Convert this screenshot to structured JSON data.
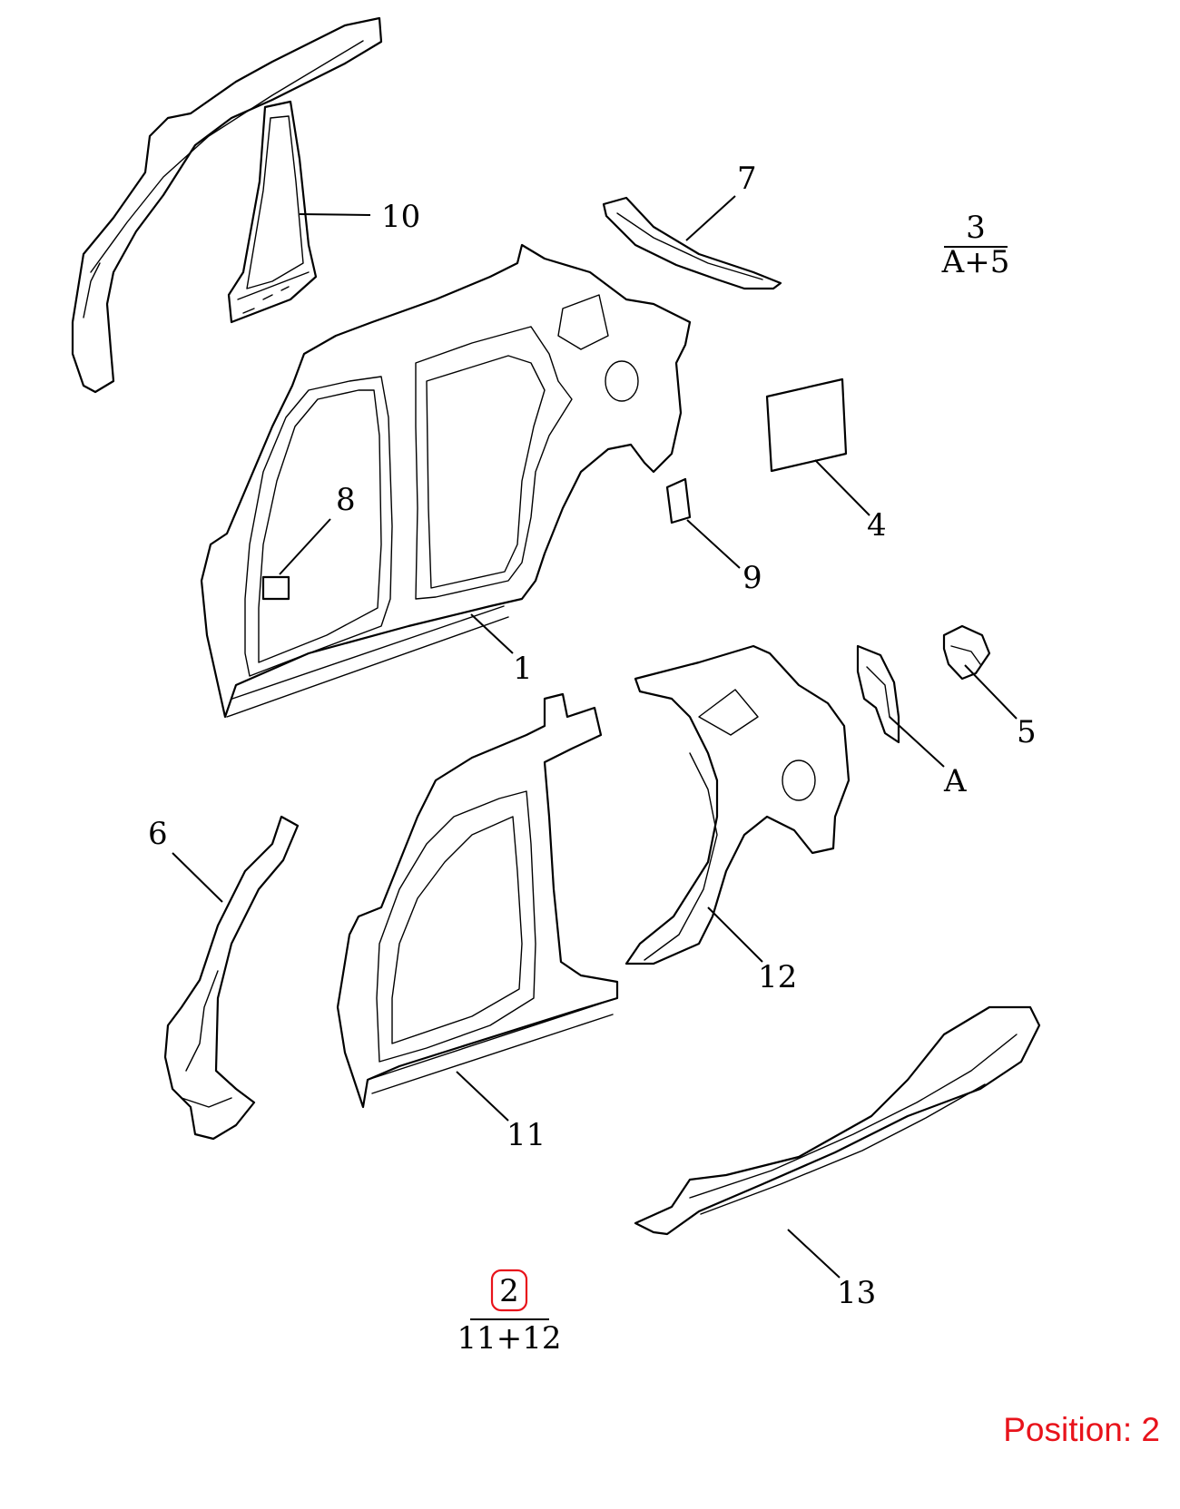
{
  "callouts": [
    {
      "id": "1",
      "label": "1"
    },
    {
      "id": "4",
      "label": "4"
    },
    {
      "id": "5",
      "label": "5"
    },
    {
      "id": "6",
      "label": "6"
    },
    {
      "id": "7",
      "label": "7"
    },
    {
      "id": "8",
      "label": "8"
    },
    {
      "id": "9",
      "label": "9"
    },
    {
      "id": "10",
      "label": "10"
    },
    {
      "id": "11",
      "label": "11"
    },
    {
      "id": "12",
      "label": "12"
    },
    {
      "id": "13",
      "label": "13"
    },
    {
      "id": "A",
      "label": "A"
    }
  ],
  "assemblies": [
    {
      "id": "3",
      "numerator": "3",
      "denominator": "A+5"
    },
    {
      "id": "2",
      "numerator": "2",
      "denominator": "11+12",
      "highlighted": true
    }
  ],
  "position_text": "Position: 2",
  "colors": {
    "highlight": "#e8131b",
    "line": "#000000",
    "background": "#ffffff"
  }
}
